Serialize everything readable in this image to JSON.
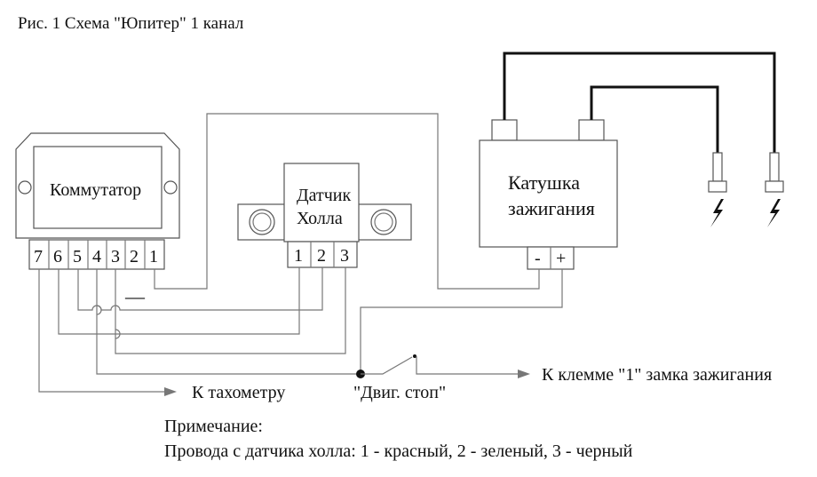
{
  "title": "Рис. 1 Схема \"Юпитер\" 1 канал",
  "commutator": {
    "label": "Коммутатор",
    "pins": [
      "7",
      "6",
      "5",
      "4",
      "3",
      "2",
      "1"
    ]
  },
  "hall_sensor": {
    "label_line1": "Датчик",
    "label_line2": "Холла",
    "pins": [
      "1",
      "2",
      "3"
    ]
  },
  "coil": {
    "label_line1": "Катушка",
    "label_line2": "зажигания",
    "minus": "-",
    "plus": "+"
  },
  "labels": {
    "tachometer": "К тахометру",
    "engine_stop": "\"Двиг. стоп\"",
    "ignition_terminal": "К клемме \"1\" замка зажигания",
    "ground_symbol": "—"
  },
  "note": {
    "heading": "Примечание:",
    "text": "Провода с датчика холла: 1 - красный, 2 - зеленый, 3 - черный"
  }
}
